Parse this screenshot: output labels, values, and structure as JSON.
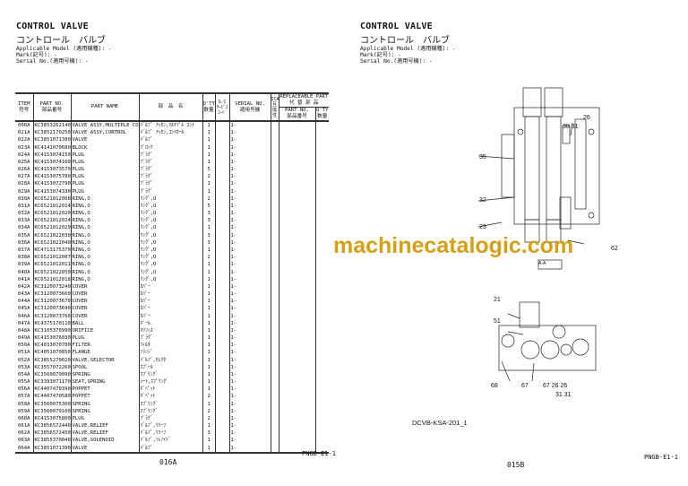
{
  "left_page": {
    "title_en": "CONTROL VALVE",
    "title_jp": "コントロール　バルブ",
    "applicable_model": "Applicable Model (適用機種): -",
    "mark": "Mark(記号): -",
    "serial_no": "Serial No.(適用号機): -",
    "headers": {
      "item": "ITEM\n符号",
      "part_no": "PART NO.\n部品番号",
      "part_name": "PART NAME",
      "jp_name": "部　品　名",
      "qty": "Q'TY\n数量",
      "sc": "S.C\nｻｰﾋﾞｽ\nｺｰﾄﾞ",
      "serial": "SERIAL NO.\n適用号機",
      "ica": "ICA\n互\n換\n性",
      "replaceable": "REPLACEABLE PART\n代 替 部 品",
      "rep_part_no": "PART NO.\n部品番号",
      "rep_qty": "Q'TY\n数量"
    },
    "rows": [
      [
        "000A",
        "KC3853262140",
        "VALVE ASSY,MULTIPLE CON",
        "ﾊﾞﾙﾌﾞ ｱｯｾﾝ,ﾏﾙﾁﾌﾟﾙ ｺﾝﾄ",
        "1",
        "1-"
      ],
      [
        "021A",
        "KC3852170250",
        "VALVE ASSY,CONTROL",
        "ﾊﾞﾙﾌﾞ ｱｯｾﾝ,ｺﾝﾄﾛｰﾙ",
        "1",
        "1-"
      ],
      [
        "022A",
        "KC3851071380",
        "VALVE",
        "ﾊﾞﾙﾌﾞ",
        "1",
        "1-"
      ],
      [
        "023A",
        "KC4141070680",
        "BLOCK",
        "ﾌﾞﾛｯｸ",
        "1",
        "1-"
      ],
      [
        "024A",
        "KC4153074150",
        "PLUG",
        "ﾌﾟﾗｸﾞ",
        "1",
        "1-"
      ],
      [
        "025A",
        "KC4153074160",
        "PLUG",
        "ﾌﾟﾗｸﾞ",
        "1",
        "1-"
      ],
      [
        "026A",
        "KC4153073570",
        "PLUG",
        "ﾌﾟﾗｸﾞ",
        "5",
        "1-"
      ],
      [
        "027A",
        "KC4153075780",
        "PLUG",
        "ﾌﾟﾗｸﾞ",
        "2",
        "1-"
      ],
      [
        "028A",
        "KC4153072790",
        "PLUG",
        "ﾌﾟﾗｸﾞ",
        "1",
        "1-"
      ],
      [
        "029A",
        "KC4153074330",
        "PLUG",
        "ﾌﾟﾗｸﾞ",
        "1",
        "1-"
      ],
      [
        "030A",
        "KC6521012008",
        "RING,O",
        "ﾘﾝｸﾞ,O",
        "2",
        "1-"
      ],
      [
        "031A",
        "KC6521012014",
        "RING,O",
        "ﾘﾝｸﾞ,O",
        "5",
        "1-"
      ],
      [
        "032A",
        "KC6521012020",
        "RING,O",
        "ﾘﾝｸﾞ,O",
        "3",
        "1-"
      ],
      [
        "033A",
        "KC6521012024",
        "RING,O",
        "ﾘﾝｸﾞ,O",
        "3",
        "1-"
      ],
      [
        "034A",
        "KC6521012029",
        "RING,O",
        "ﾘﾝｸﾞ,O",
        "1",
        "1-"
      ],
      [
        "035A",
        "KC6521022030",
        "RING,O",
        "ﾘﾝｸﾞ,O",
        "3",
        "1-"
      ],
      [
        "036A",
        "KC6521022040",
        "RING,O",
        "ﾘﾝｸﾞ,O",
        "3",
        "1-"
      ],
      [
        "037A",
        "KC4713175370",
        "RING,O",
        "ﾘﾝｸﾞ,O",
        "1",
        "1-"
      ],
      [
        "038A",
        "KC6521012007",
        "RING,O",
        "ﾘﾝｸﾞ,O",
        "2",
        "1-"
      ],
      [
        "039A",
        "KC6521012011",
        "RING,O",
        "ﾘﾝｸﾞ,O",
        "1",
        "1-"
      ],
      [
        "040A",
        "KC6521022050",
        "RING,O",
        "ﾘﾝｸﾞ,O",
        "1",
        "1-"
      ],
      [
        "041A",
        "KC6521012018",
        "RING,O",
        "ﾘﾝｸﾞ,O",
        "1",
        "1-"
      ],
      [
        "042A",
        "KC3120073240",
        "COVER",
        "ｶﾊﾞｰ",
        "1",
        "1-"
      ],
      [
        "043A",
        "KC3120073660",
        "COVER",
        "ｶﾊﾞｰ",
        "1",
        "1-"
      ],
      [
        "044A",
        "KC3120073670",
        "COVER",
        "ｶﾊﾞｰ",
        "1",
        "1-"
      ],
      [
        "045A",
        "KC3120073690",
        "COVER",
        "ｶﾊﾞｰ",
        "1",
        "1-"
      ],
      [
        "046A",
        "KC3120073760",
        "COVER",
        "ｶﾊﾞｰ",
        "1",
        "1-"
      ],
      [
        "047A",
        "KC4375170110",
        "BALL",
        "ﾎﾞｰﾙ",
        "1",
        "1-"
      ],
      [
        "048A",
        "KC3105370990",
        "ORIFICE",
        "ｵﾘﾌｨｽ",
        "1",
        "1-"
      ],
      [
        "049A",
        "KC4153076030",
        "PLUG",
        "ﾌﾟﾗｸﾞ",
        "1",
        "1-"
      ],
      [
        "050A",
        "KC4033070700",
        "FILTER",
        "ﾌｨﾙﾀ",
        "1",
        "1-"
      ],
      [
        "051A",
        "KC4051070850",
        "FLANGE",
        "ﾌﾗﾝｼﾞ",
        "1",
        "1-"
      ],
      [
        "052A",
        "KC3855270020",
        "VALVE,SELECTOR",
        "ﾊﾞﾙﾌﾞ,ｾﾚｸﾀ",
        "1",
        "1-"
      ],
      [
        "053A",
        "KC3557072260",
        "SPOOL",
        "ｽﾌﾟｰﾙ",
        "1",
        "1-"
      ],
      [
        "054A",
        "KC3560079090",
        "SPRING",
        "ｽﾌﾟﾘﾝｸﾞ",
        "1",
        "1-"
      ],
      [
        "055A",
        "KC3393071170",
        "SEAT,SPRING",
        "ｼｰﾄ,ｽﾌﾟﾘﾝｸﾞ",
        "1",
        "1-"
      ],
      [
        "056A",
        "KC4407470390",
        "POPPET",
        "ﾎﾟﾍﾟｯﾄ",
        "1",
        "1-"
      ],
      [
        "057A",
        "KC4407470580",
        "POPPET",
        "ﾎﾟﾍﾟｯﾄ",
        "2",
        "1-"
      ],
      [
        "058A",
        "KC3560075300",
        "SPRING",
        "ｽﾌﾟﾘﾝｸﾞ",
        "1",
        "1-"
      ],
      [
        "059A",
        "KC3560079100",
        "SPRING",
        "ｽﾌﾟﾘﾝｸﾞ",
        "2",
        "1-"
      ],
      [
        "060A",
        "KC4153075800",
        "PLUG",
        "ﾌﾟﾗｸﾞ",
        "2",
        "1-"
      ],
      [
        "061A",
        "KC3856572440",
        "VALVE,RELIEF",
        "ﾊﾞﾙﾌﾞ,ﾘﾘｰﾌ",
        "1",
        "1-"
      ],
      [
        "062A",
        "KC3856572450",
        "VALVE,RELIEF",
        "ﾊﾞﾙﾌﾞ,ﾘﾘｰﾌ",
        "3",
        "1-"
      ],
      [
        "063A",
        "KC3855370840",
        "VALVE,SOLENOID",
        "ﾊﾞﾙﾌﾞ,ｿﾚﾉｲﾄﾞ",
        "1",
        "1-"
      ],
      [
        "064A",
        "KC3851071390",
        "VALVE",
        "ﾊﾞﾙﾌﾞ",
        "1",
        "1-"
      ]
    ],
    "doc_code": "PNGB-E1-1",
    "page_number": "016A"
  },
  "right_page": {
    "title_en": "CONTROL VALVE",
    "title_jp": "コントロール　バルブ",
    "applicable_model": "Applicable Model (適用機種): -",
    "mark": "Mark(記号): -",
    "serial_no": "Serial No.(適用号機): -",
    "callouts": [
      "26",
      "38 31",
      "35",
      "32",
      "23",
      "62",
      "21",
      "51",
      "68",
      "67",
      "67 26 26",
      "31 31"
    ],
    "section_label": "A-A",
    "drawing_id": "DCVB-KSA-201_1",
    "doc_code": "PNGB-E1-1",
    "page_number": "015B"
  },
  "watermark": "machinecatalogic.com",
  "colors": {
    "watermark": "#d4a017",
    "ink": "#111111"
  }
}
